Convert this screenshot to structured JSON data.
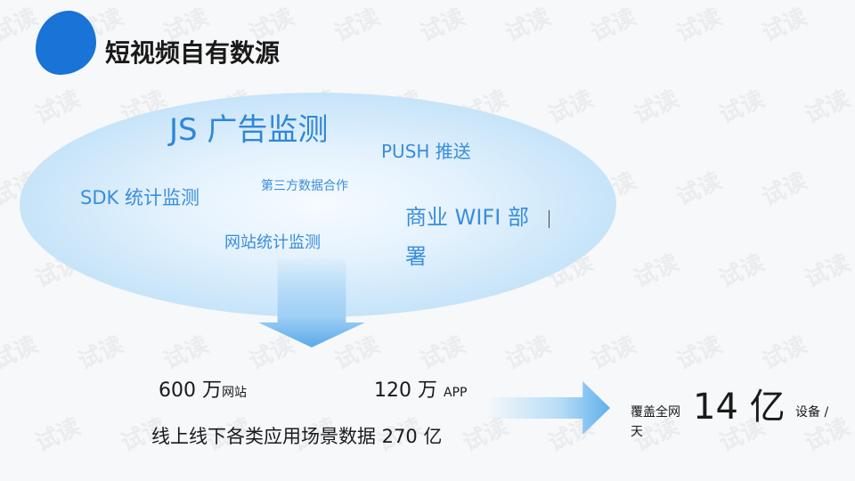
{
  "header": {
    "title": "短视频自有数源"
  },
  "watermark_text": "试读",
  "sources": {
    "js_ad": "JS 广告监测",
    "push": "PUSH 推送",
    "sdk": "SDK 统计监测",
    "third_party": "第三方数据合作",
    "wifi": "商业 WIFI 部署",
    "site_stats": "网站统计监测"
  },
  "stats": {
    "sites_value": "600 万",
    "sites_unit": "网站",
    "apps_value": "120 万",
    "apps_unit": "APP",
    "scenario_data": "线上线下各类应用场景数据 270 亿"
  },
  "coverage": {
    "prefix": "覆盖全网",
    "value": "14 亿",
    "unit": "设备 /",
    "tail": "天"
  },
  "colors": {
    "accent": "#1a73d6",
    "text_blue": "#3a8ddb",
    "ellipse": "#bfe0f8"
  }
}
